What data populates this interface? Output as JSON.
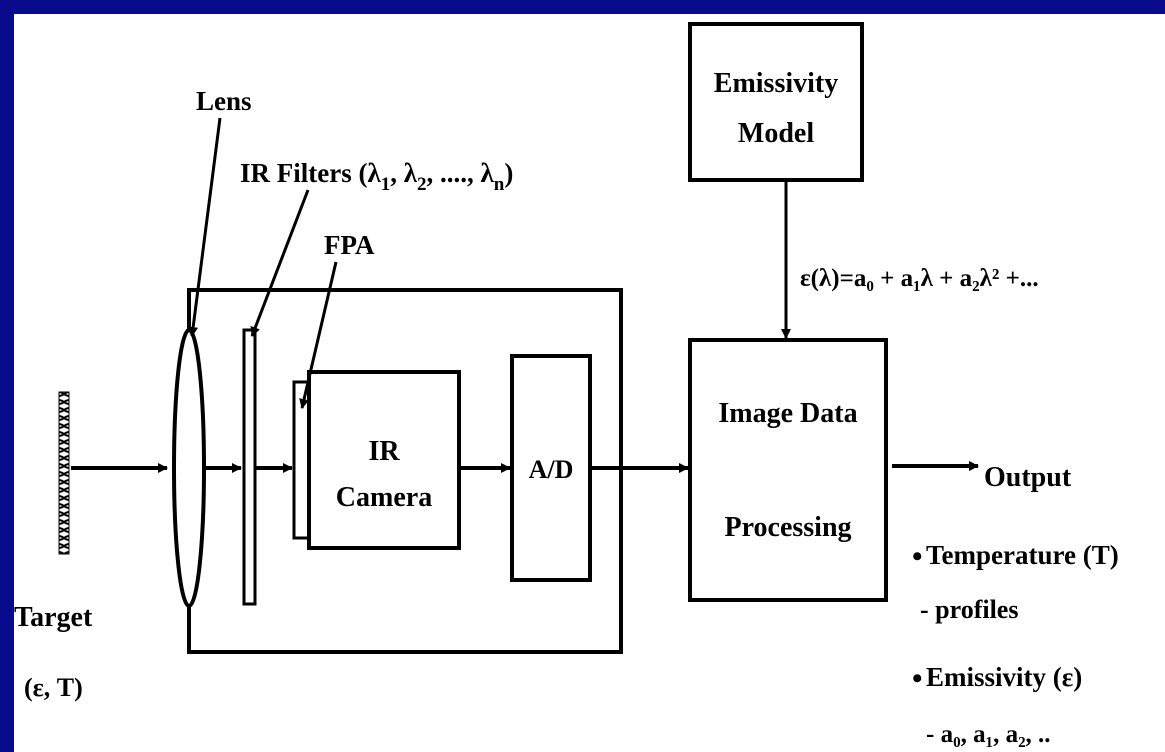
{
  "labels": {
    "lens": "Lens",
    "ir_filters": "IR Filters (λ",
    "ir_filters_sub1": "1",
    "ir_filters_sep1": ", λ",
    "ir_filters_sub2": "2",
    "ir_filters_sep2": ", ...., λ",
    "ir_filters_subn": "n",
    "ir_filters_end": ")",
    "fpa": "FPA",
    "ir_camera_line1": "IR",
    "ir_camera_line2": "Camera",
    "ad": "A/D",
    "emissivity_model_line1": "Emissivity",
    "emissivity_model_line2": "Model",
    "image_data_line1": "Image Data",
    "image_data_line2": "Processing",
    "equation": "ε(λ)=a₀ + a₁λ + a₂λ² +...",
    "output": "Output",
    "temperature": "Temperature (T)",
    "profiles": "- profiles",
    "emissivity": "Emissivity (ε)",
    "coefficients": "- a₀, a₁, a₂, ..",
    "target_line1": "Target",
    "target_line2": "(ε, T)",
    "bullet": "•"
  },
  "colors": {
    "border": "#0a0a8c",
    "background": "#ffffff",
    "ink": "#000000"
  }
}
